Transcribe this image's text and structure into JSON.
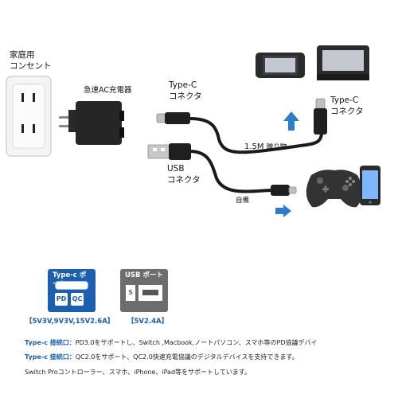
{
  "labels": {
    "outlet": "家庭用\nコンセント",
    "charger": "急速AC充電器",
    "typec_top": "Type-C\nコネクタ",
    "typec_right": "Type-C\nコネクタ",
    "cable_length": "1.5M",
    "gift": "贈り物",
    "usb_connector": "USB\nコネクタ",
    "own": "自備"
  },
  "ports": {
    "typec": {
      "header": "Type-c ポート",
      "badges": [
        "PD",
        "QC"
      ],
      "spec": "【5V3V,9V3V,15V2.6A】"
    },
    "usb": {
      "header": "USB ポート",
      "badge": "S",
      "spec": "【5V2.4A】"
    }
  },
  "notes": {
    "line1_label": "Type-c 接続口：",
    "line1_text": "PD3.0をサポートし、Switch ,Macbook,ノートパソコン、スマホ等のPD協議デバイ",
    "line2_label": "Type-c 接続口：",
    "line2_text": "QC2.0をサポート、QC2.0快速充電協議のデジタルデバイスを支持できます。",
    "line3_text": "Switch Proコントローラー、スマホ、iPhone、iPad等をサポートしています。"
  },
  "colors": {
    "accent_blue": "#1b5fae",
    "arrow_blue": "#2f7cc8",
    "cable_black": "#1a1a1a",
    "usb_gray": "#6d6d6d"
  },
  "icons": [
    "wall-outlet-icon",
    "ac-charger-icon",
    "nintendo-switch-icon",
    "game-controller-icon",
    "smartphone-icon"
  ]
}
